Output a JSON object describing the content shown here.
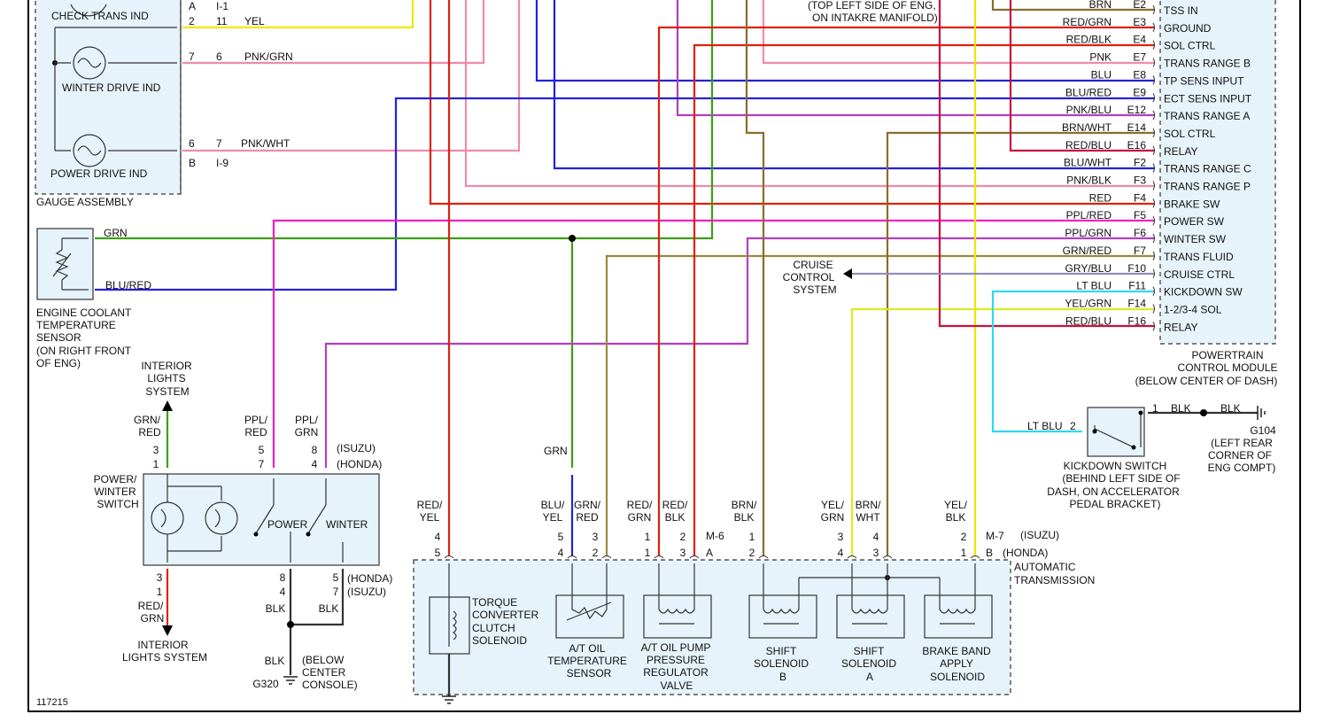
{
  "diagram_id": "117215",
  "colors": {
    "YEL": "#f2e600",
    "PNK": "#f08aa8",
    "BLU": "#2222d8",
    "GRN": "#3aa012",
    "RED": "#e02010",
    "BRN": "#8b6b2e",
    "PPL": "#b03fc0",
    "MAG": "#f020c0",
    "CYAN": "#30d8f0",
    "GRY": "#9090b8",
    "BLK": "#333333",
    "DRED": "#c8103c",
    "OLIVE": "#9a8a3a",
    "YGRN": "#d8ee20"
  },
  "gauge": {
    "title": "GAUGE ASSEMBLY",
    "check_trans": "CHECK TRANS IND",
    "winter_drive": "WINTER DRIVE IND",
    "power_drive": "POWER DRIVE IND",
    "conn_top_a": "A",
    "conn_top_b": "I-1",
    "conn_bot_b": "B",
    "conn_bot_i": "I-9",
    "pins": [
      {
        "l": "2",
        "r": "11",
        "wire": "YEL"
      },
      {
        "l": "7",
        "r": "6",
        "wire": "PNK/GRN"
      },
      {
        "l": "6",
        "r": "7",
        "wire": "PNK/WHT"
      }
    ]
  },
  "ect": {
    "lines": [
      "ENGINE COOLANT",
      "TEMPERATURE",
      "SENSOR",
      "(ON RIGHT FRONT",
      "OF ENG)"
    ],
    "wire_top": "GRN",
    "wire_bot": "BLU/RED"
  },
  "top_note": "(TOP LEFT SIDE OF ENG,",
  "top_note2": "ON INTAKRE MANIFOLD)",
  "pcm": {
    "title": [
      "POWERTRAIN",
      "CONTROL MODULE",
      "(BELOW CENTER OF DASH)"
    ],
    "rows": [
      {
        "wire": "BRN",
        "pin": "E2",
        "func": "TSS IN"
      },
      {
        "wire": "RED/GRN",
        "pin": "E3",
        "func": "GROUND"
      },
      {
        "wire": "RED/BLK",
        "pin": "E4",
        "func": "SOL CTRL"
      },
      {
        "wire": "PNK",
        "pin": "E7",
        "func": "TRANS RANGE B"
      },
      {
        "wire": "BLU",
        "pin": "E8",
        "func": "TP SENS INPUT"
      },
      {
        "wire": "BLU/RED",
        "pin": "E9",
        "func": "ECT SENS INPUT"
      },
      {
        "wire": "PNK/BLU",
        "pin": "E12",
        "func": "TRANS RANGE A"
      },
      {
        "wire": "BRN/WHT",
        "pin": "E14",
        "func": "SOL CTRL"
      },
      {
        "wire": "RED/BLU",
        "pin": "E16",
        "func": "RELAY"
      },
      {
        "wire": "BLU/WHT",
        "pin": "F2",
        "func": "TRANS RANGE C"
      },
      {
        "wire": "PNK/BLK",
        "pin": "F3",
        "func": "TRANS RANGE P"
      },
      {
        "wire": "RED",
        "pin": "F4",
        "func": "BRAKE SW"
      },
      {
        "wire": "PPL/RED",
        "pin": "F5",
        "func": "POWER SW"
      },
      {
        "wire": "PPL/GRN",
        "pin": "F6",
        "func": "WINTER SW"
      },
      {
        "wire": "GRN/RED",
        "pin": "F7",
        "func": "TRANS FLUID"
      },
      {
        "wire": "GRY/BLU",
        "pin": "F10",
        "func": "CRUISE CTRL"
      },
      {
        "wire": "LT BLU",
        "pin": "F11",
        "func": "KICKDOWN SW"
      },
      {
        "wire": "YEL/GRN",
        "pin": "F14",
        "func": "1-2/3-4 SOL"
      },
      {
        "wire": "RED/BLU",
        "pin": "F16",
        "func": "RELAY"
      }
    ]
  },
  "cruise": [
    "CRUISE",
    "CONTROL",
    "SYSTEM"
  ],
  "interior_top": [
    "INTERIOR",
    "LIGHTS",
    "SYSTEM"
  ],
  "interior_bot": [
    "INTERIOR",
    "LIGHTS SYSTEM"
  ],
  "pw_switch": {
    "name": [
      "POWER/",
      "WINTER",
      "SWITCH"
    ],
    "power": "POWER",
    "winter": "WINTER",
    "isuzu": "(ISUZU)",
    "honda": "(HONDA)",
    "w_grnred": [
      "GRN/",
      "RED"
    ],
    "w_pplred": [
      "PPL/",
      "RED"
    ],
    "w_pplgrn": [
      "PPL/",
      "GRN"
    ],
    "w_redgrn": [
      "RED/",
      "GRN"
    ],
    "top_isuzu": [
      "3",
      "5",
      "8"
    ],
    "top_honda": [
      "1",
      "7",
      "4"
    ],
    "bot_left": [
      "3",
      "1"
    ],
    "bot_mid": [
      "8",
      "4"
    ],
    "bot_right": [
      "5",
      "7"
    ],
    "blk": "BLK",
    "ground": "G320",
    "ground_loc": [
      "(BELOW",
      "CENTER",
      "CONSOLE)"
    ]
  },
  "trans": {
    "title": [
      "AUTOMATIC",
      "TRANSMISSION"
    ],
    "isuzu": "(ISUZU)",
    "honda": "(HONDA)",
    "conn_m6": "M-6",
    "conn_a": "A",
    "conn_m7": "M-7",
    "conn_b": "B",
    "grn": "GRN",
    "wires": [
      {
        "c": [
          "RED/",
          "YEL"
        ],
        "i": "4",
        "h": "5"
      },
      {
        "c": [
          "BLU/",
          "YEL"
        ],
        "i": "5",
        "h": "4"
      },
      {
        "c": [
          "GRN/",
          "RED"
        ],
        "i": "3",
        "h": "2"
      },
      {
        "c": [
          "RED/",
          "GRN"
        ],
        "i": "1",
        "h": "1"
      },
      {
        "c": [
          "RED/",
          "BLK"
        ],
        "i": "2",
        "h": "3"
      },
      {
        "c": [
          "BRN/",
          "BLK"
        ],
        "i": "1",
        "h": "2"
      },
      {
        "c": [
          "YEL/",
          "GRN"
        ],
        "i": "3",
        "h": "4"
      },
      {
        "c": [
          "BRN/",
          "WHT"
        ],
        "i": "4",
        "h": "3"
      },
      {
        "c": [
          "YEL/",
          "BLK"
        ],
        "i": "2",
        "h": "1"
      }
    ],
    "comp_tcc": [
      "TORQUE",
      "CONVERTER",
      "CLUTCH",
      "SOLENOID"
    ],
    "comp_atot": [
      "A/T OIL",
      "TEMPERATURE",
      "SENSOR"
    ],
    "comp_pump": [
      "A/T OIL PUMP",
      "PRESSURE",
      "REGULATOR",
      "VALVE"
    ],
    "comp_shb": [
      "SHIFT",
      "SOLENOID",
      "B"
    ],
    "comp_sha": [
      "SHIFT",
      "SOLENOID",
      "A"
    ],
    "comp_bb": [
      "BRAKE BAND",
      "APPLY",
      "SOLENOID"
    ]
  },
  "kickdown": {
    "name": [
      "KICKDOWN SWITCH",
      "(BEHIND LEFT SIDE OF",
      "DASH, ON ACCELERATOR",
      "PEDAL BRACKET)"
    ],
    "wire_l": "LT BLU",
    "pin_l": "2",
    "pin_r": "1",
    "blk1": "BLK",
    "blk2": "BLK",
    "ground": "G104",
    "ground_loc": [
      "(LEFT REAR",
      "CORNER OF",
      "ENG COMPT)"
    ]
  }
}
